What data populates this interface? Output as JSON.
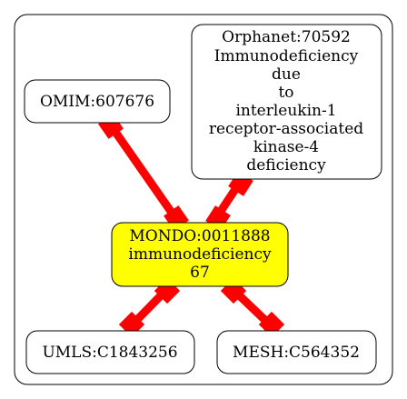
{
  "graph": {
    "nodes": [
      {
        "id": "center",
        "lines": [
          "MONDO:0011888",
          "immunodeficiency",
          "67"
        ],
        "fill": "#ffff00"
      },
      {
        "id": "omim",
        "lines": [
          "OMIM:607676"
        ],
        "fill": "#ffffff"
      },
      {
        "id": "orphanet",
        "lines": [
          "Orphanet:70592",
          "Immunodeficiency",
          "due",
          "to",
          "interleukin-1",
          "receptor-associated",
          "kinase-4",
          "deficiency"
        ],
        "fill": "#ffffff"
      },
      {
        "id": "umls",
        "lines": [
          "UMLS:C1843256"
        ],
        "fill": "#ffffff"
      },
      {
        "id": "mesh",
        "lines": [
          "MESH:C564352"
        ],
        "fill": "#ffffff"
      }
    ],
    "edges": [
      {
        "from": "omim",
        "to": "center",
        "color": "#ff0000"
      },
      {
        "from": "orphanet",
        "to": "center",
        "color": "#ff0000"
      },
      {
        "from": "center",
        "to": "umls",
        "color": "#ff0000"
      },
      {
        "from": "center",
        "to": "mesh",
        "color": "#ff0000"
      }
    ]
  }
}
